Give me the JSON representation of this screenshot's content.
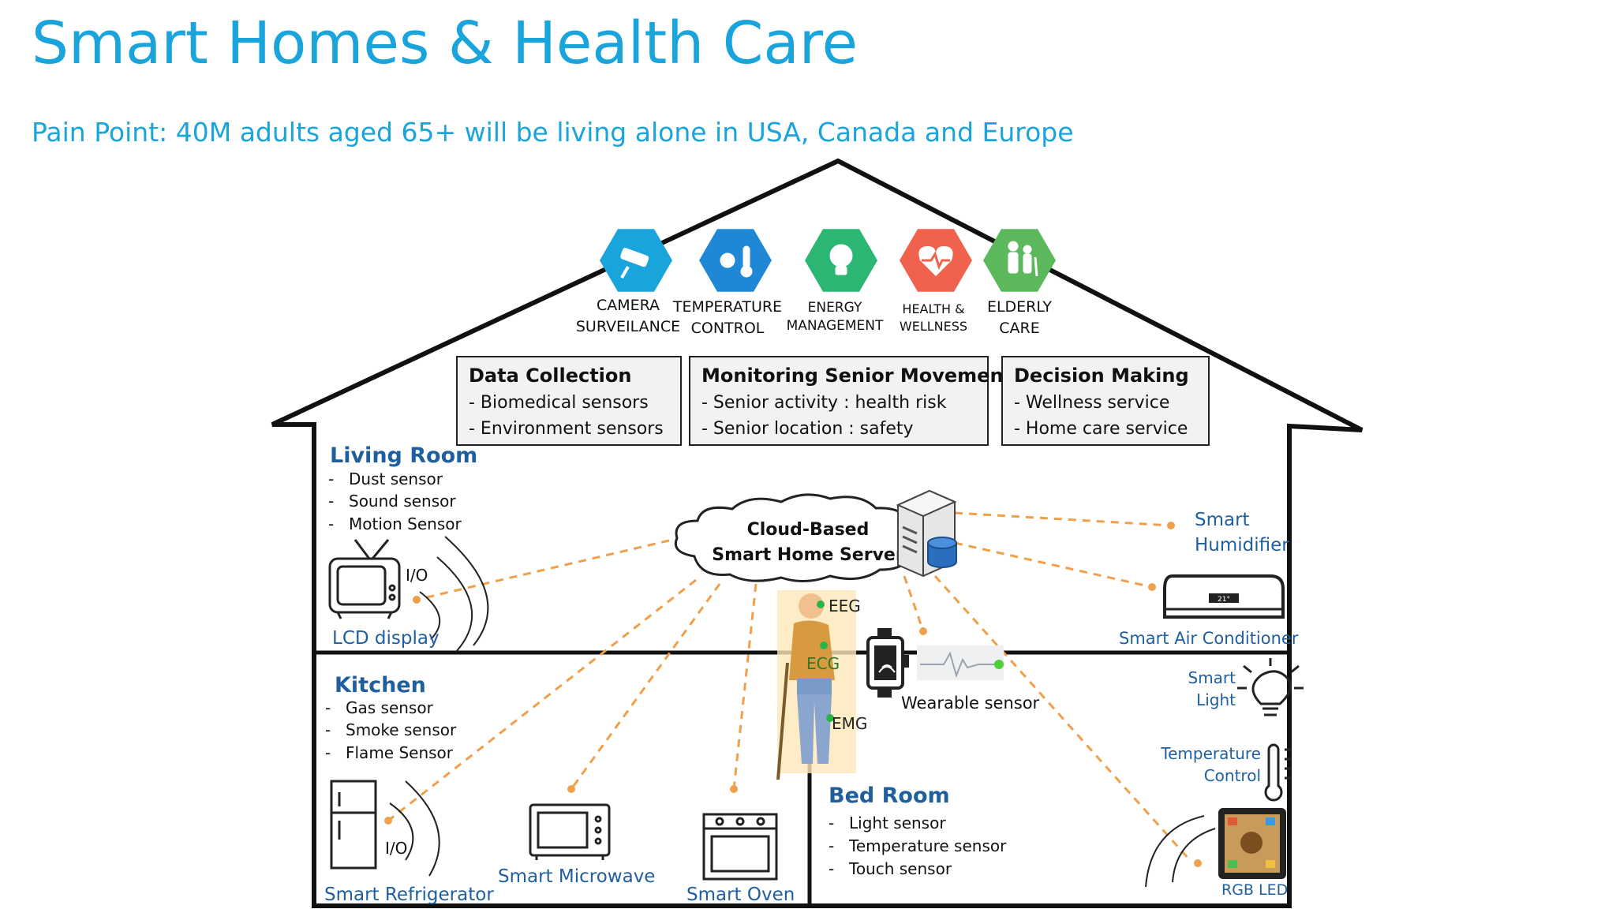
{
  "title": "Smart Homes & Health Care",
  "subtitle": "Pain Point: 40M adults aged 65+ will be living alone in USA, Canada and Europe",
  "services": [
    {
      "line1": "CAMERA",
      "line2": "SURVEILANCE",
      "color": "#1aa4dc"
    },
    {
      "line1": "TEMPERATURE",
      "line2": "CONTROL",
      "color": "#1e88d6"
    },
    {
      "line1": "ENERGY",
      "line2": "MANAGEMENT",
      "color": "#2bb673"
    },
    {
      "line1": "HEALTH &",
      "line2": "WELLNESS",
      "color": "#f0624d"
    },
    {
      "line1": "ELDERLY",
      "line2": "CARE",
      "color": "#5cb85c"
    }
  ],
  "boxes": [
    {
      "title": "Data Collection",
      "items": [
        "- Biomedical sensors",
        "- Environment sensors"
      ]
    },
    {
      "title": "Monitoring Senior Movement",
      "items": [
        "- Senior activity : health risk",
        "- Senior location : safety"
      ]
    },
    {
      "title": "Decision Making",
      "items": [
        "- Wellness service",
        "- Home care service"
      ]
    }
  ],
  "living_room": {
    "title": "Living Room",
    "items": [
      "Dust sensor",
      "Sound sensor",
      "Motion Sensor"
    ]
  },
  "kitchen": {
    "title": "Kitchen",
    "items": [
      "Gas sensor",
      "Smoke sensor",
      "Flame Sensor"
    ]
  },
  "bed_room": {
    "title": "Bed Room",
    "items": [
      "Light sensor",
      "Temperature sensor",
      "Touch sensor"
    ]
  },
  "dash": "-",
  "server": {
    "line1": "Cloud-Based",
    "line2": "Smart Home Server"
  },
  "devices": {
    "lcd": "LCD display",
    "io": "I/O",
    "humidifier_1": "Smart",
    "humidifier_2": "Humidifier",
    "ac": "Smart Air Conditioner",
    "ac_display": "21°",
    "light_1": "Smart",
    "light_2": "Light",
    "temp_1": "Temperature",
    "temp_2": "Control",
    "rgb": "RGB LED",
    "fridge": "Smart Refrigerator",
    "microwave": "Smart Microwave",
    "oven": "Smart Oven",
    "wearable": "Wearable sensor"
  },
  "body_sensors": {
    "eeg": "EEG",
    "ecg": "ECG",
    "emg": "EMG"
  },
  "colors": {
    "accent": "#1aa4dc",
    "heading": "#1f5f9e",
    "dash_line": "#f0a04b",
    "sensor_dot": "#2bb34a"
  }
}
